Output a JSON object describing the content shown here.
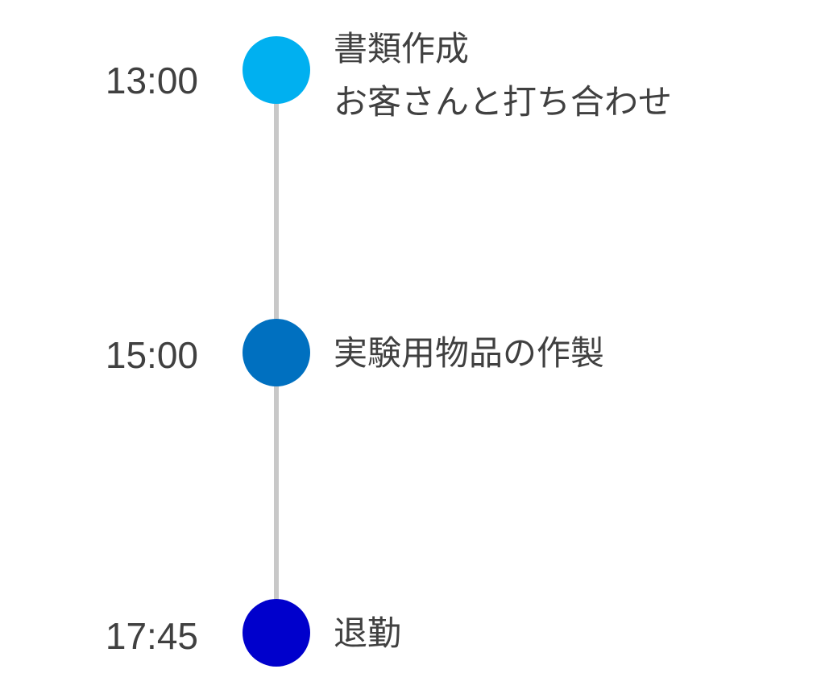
{
  "timeline": {
    "line_color": "#c8c8c8",
    "events": [
      {
        "time": "13:00",
        "lines": [
          "書類作成",
          "お客さんと打ち合わせ"
        ],
        "color": "#00b0f0"
      },
      {
        "time": "15:00",
        "lines": [
          "実験用物品の作製"
        ],
        "color": "#0070c0"
      },
      {
        "time": "17:45",
        "lines": [
          "退勤"
        ],
        "color": "#0000cc"
      }
    ]
  }
}
